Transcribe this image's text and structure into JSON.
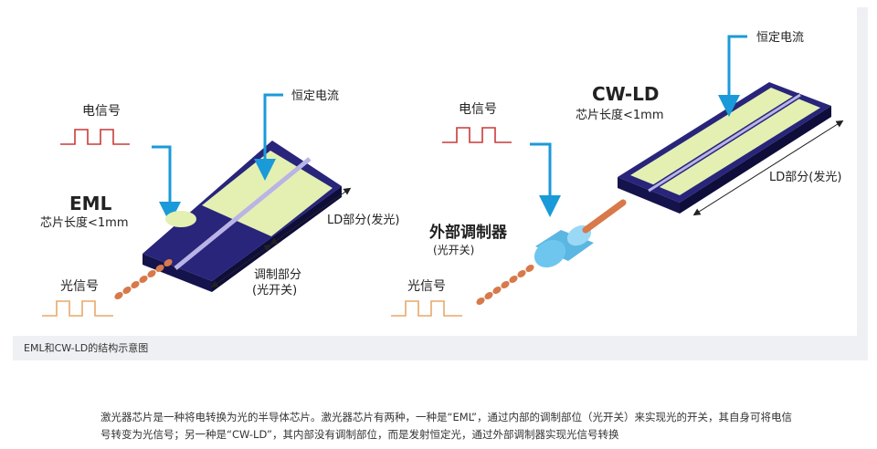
{
  "diagram": {
    "eml": {
      "signal_label": "电信号",
      "current_label": "恒定电流",
      "title": "EML",
      "size_label": "芯片长度<1mm",
      "ld_label": "LD部分(发光)",
      "mod_label_1": "调制部分",
      "mod_label_2": "(光开关)",
      "light_label": "光信号"
    },
    "cwld": {
      "signal_label": "电信号",
      "current_label": "恒定电流",
      "title": "CW-LD",
      "size_label": "芯片长度<1mm",
      "ld_label": "LD部分(发光)",
      "ext_mod_label": "外部调制器",
      "ext_mod_sub": "(光开关)",
      "light_label": "光信号"
    }
  },
  "caption": "EML和CW-LD的结构示意图",
  "body_text": "激光器芯片是一种将电转换为光的半导体芯片。激光器芯片有两种，一种是“EML”，通过内部的调制部位（光开关）来实现光的开关，其自身可将电信号转变为光信号；另一种是“CW-LD”，其内部没有调制部位，而是发射恒定光，通过外部调制器实现光信号转换",
  "colors": {
    "chip_top": "#28257a",
    "chip_side": "#15134c",
    "pad": "#e3f0b2",
    "arrow": "#1a9ad9",
    "signal_red": "#c93a3a",
    "signal_orange": "#e8a86a",
    "beam": "#d8794a",
    "modulator": "#6ec6ee"
  }
}
